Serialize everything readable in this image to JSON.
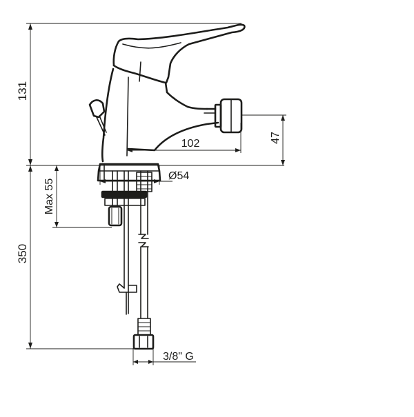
{
  "dimensions": {
    "total_height": "131",
    "hose_length": "350",
    "max_deck_thickness": "Max 55",
    "spout_reach": "102",
    "spout_height": "47",
    "base_diameter": "Ø54",
    "hose_thread": "3/8\" G"
  }
}
